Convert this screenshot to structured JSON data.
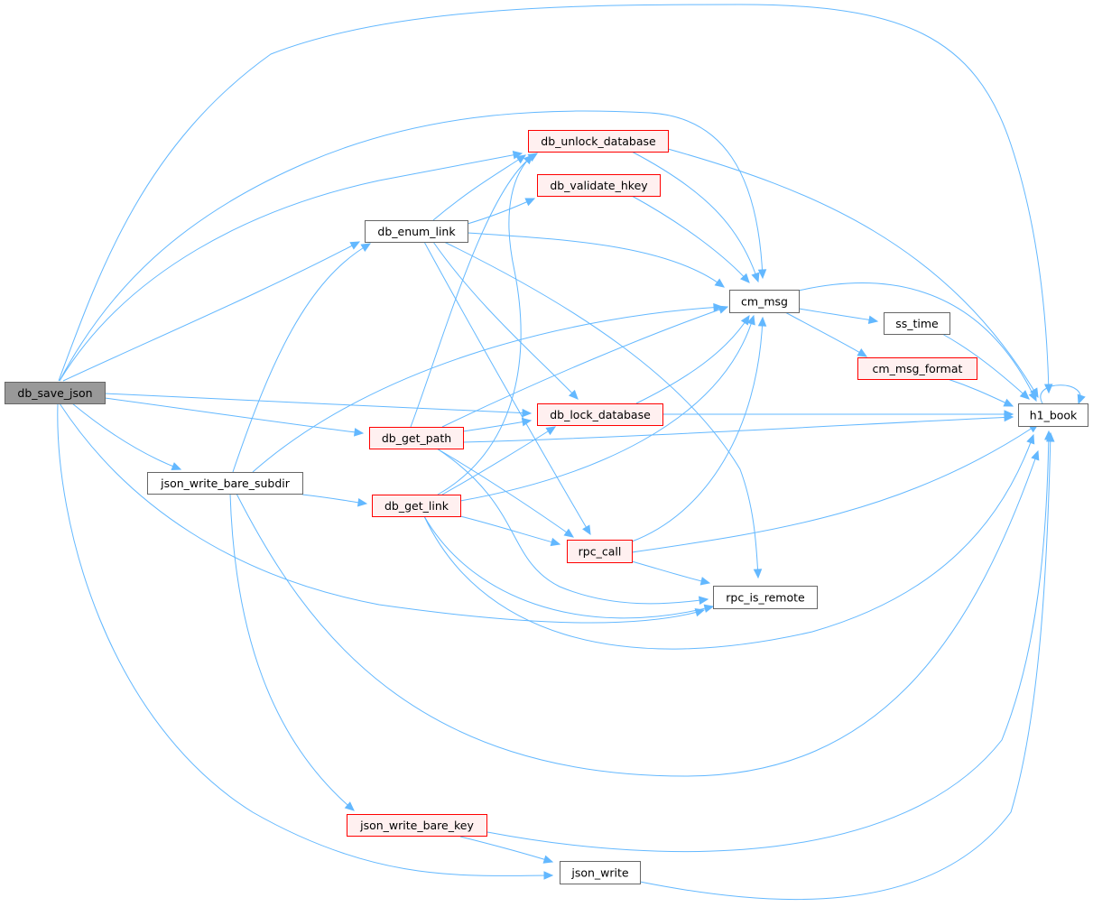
{
  "colors": {
    "edge": "#63b8ff",
    "root_fill": "#999999",
    "root_border": "#666666",
    "plain_fill": "#ffffff",
    "plain_border": "#666666",
    "truncated_fill": "#fff0f0",
    "truncated_border": "#ff0000"
  },
  "nodes": {
    "db_save_json": {
      "label": "db_save_json",
      "style": "root"
    },
    "db_enum_link": {
      "label": "db_enum_link",
      "style": "plain"
    },
    "json_write_bare_subdir": {
      "label": "json_write_bare_subdir",
      "style": "plain"
    },
    "db_unlock_database": {
      "label": "db_unlock_database",
      "style": "truncated"
    },
    "db_validate_hkey": {
      "label": "db_validate_hkey",
      "style": "truncated"
    },
    "db_get_path": {
      "label": "db_get_path",
      "style": "truncated"
    },
    "db_get_link": {
      "label": "db_get_link",
      "style": "truncated"
    },
    "db_lock_database": {
      "label": "db_lock_database",
      "style": "truncated"
    },
    "cm_msg": {
      "label": "cm_msg",
      "style": "plain"
    },
    "ss_time": {
      "label": "ss_time",
      "style": "plain"
    },
    "cm_msg_format": {
      "label": "cm_msg_format",
      "style": "truncated"
    },
    "rpc_call": {
      "label": "rpc_call",
      "style": "truncated"
    },
    "rpc_is_remote": {
      "label": "rpc_is_remote",
      "style": "plain"
    },
    "h1_book": {
      "label": "h1_book",
      "style": "plain"
    },
    "json_write_bare_key": {
      "label": "json_write_bare_key",
      "style": "truncated"
    },
    "json_write": {
      "label": "json_write",
      "style": "plain"
    }
  },
  "edges": [
    [
      "db_save_json",
      "h1_book"
    ],
    [
      "db_save_json",
      "cm_msg"
    ],
    [
      "db_save_json",
      "db_unlock_database"
    ],
    [
      "db_save_json",
      "db_enum_link"
    ],
    [
      "db_save_json",
      "db_lock_database"
    ],
    [
      "db_save_json",
      "db_get_path"
    ],
    [
      "db_save_json",
      "json_write_bare_subdir"
    ],
    [
      "db_save_json",
      "rpc_is_remote"
    ],
    [
      "db_save_json",
      "json_write"
    ],
    [
      "db_enum_link",
      "cm_msg"
    ],
    [
      "db_enum_link",
      "db_unlock_database"
    ],
    [
      "db_enum_link",
      "db_validate_hkey"
    ],
    [
      "db_enum_link",
      "db_lock_database"
    ],
    [
      "db_enum_link",
      "rpc_call"
    ],
    [
      "db_enum_link",
      "rpc_is_remote"
    ],
    [
      "json_write_bare_subdir",
      "db_enum_link"
    ],
    [
      "json_write_bare_subdir",
      "cm_msg"
    ],
    [
      "json_write_bare_subdir",
      "db_get_link"
    ],
    [
      "json_write_bare_subdir",
      "h1_book"
    ],
    [
      "json_write_bare_subdir",
      "json_write_bare_key"
    ],
    [
      "db_unlock_database",
      "cm_msg"
    ],
    [
      "db_unlock_database",
      "h1_book"
    ],
    [
      "db_validate_hkey",
      "cm_msg"
    ],
    [
      "db_get_path",
      "db_unlock_database"
    ],
    [
      "db_get_path",
      "cm_msg"
    ],
    [
      "db_get_path",
      "db_lock_database"
    ],
    [
      "db_get_path",
      "h1_book"
    ],
    [
      "db_get_path",
      "rpc_call"
    ],
    [
      "db_get_path",
      "rpc_is_remote"
    ],
    [
      "db_get_link",
      "db_unlock_database"
    ],
    [
      "db_get_link",
      "db_lock_database"
    ],
    [
      "db_get_link",
      "cm_msg"
    ],
    [
      "db_get_link",
      "rpc_call"
    ],
    [
      "db_get_link",
      "rpc_is_remote"
    ],
    [
      "db_get_link",
      "h1_book"
    ],
    [
      "db_lock_database",
      "cm_msg"
    ],
    [
      "db_lock_database",
      "h1_book"
    ],
    [
      "cm_msg",
      "h1_book"
    ],
    [
      "cm_msg",
      "ss_time"
    ],
    [
      "cm_msg",
      "cm_msg_format"
    ],
    [
      "ss_time",
      "h1_book"
    ],
    [
      "cm_msg_format",
      "h1_book"
    ],
    [
      "rpc_call",
      "cm_msg"
    ],
    [
      "rpc_call",
      "h1_book"
    ],
    [
      "rpc_call",
      "rpc_is_remote"
    ],
    [
      "h1_book",
      "h1_book"
    ],
    [
      "json_write_bare_key",
      "h1_book"
    ],
    [
      "json_write_bare_key",
      "json_write"
    ],
    [
      "json_write",
      "h1_book"
    ]
  ]
}
